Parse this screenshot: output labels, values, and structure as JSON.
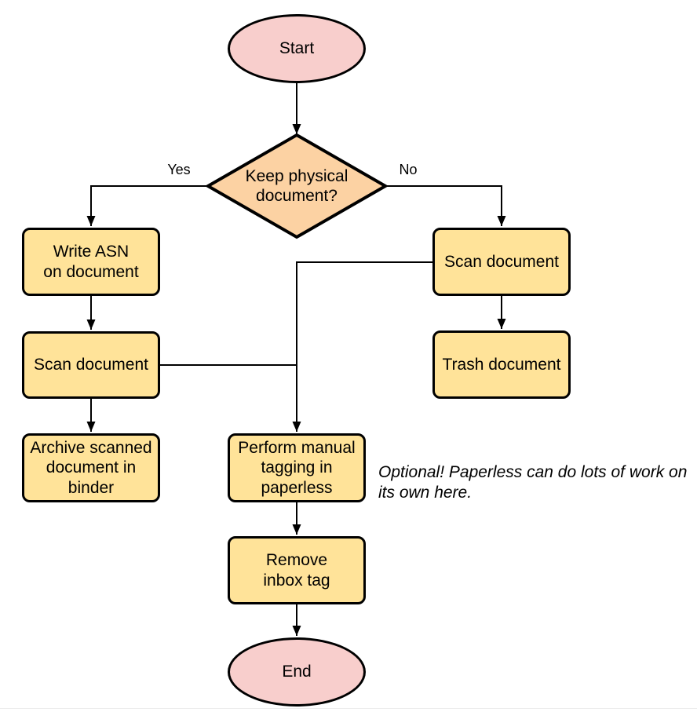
{
  "nodes": {
    "start": {
      "type": "terminator",
      "label": "Start"
    },
    "decision": {
      "type": "decision",
      "label": "Keep physical\ndocument?"
    },
    "write_asn": {
      "type": "process",
      "label": "Write ASN\non document"
    },
    "scan_left": {
      "type": "process",
      "label": "Scan document"
    },
    "archive": {
      "type": "process",
      "label": "Archive scanned\ndocument in\nbinder"
    },
    "scan_right": {
      "type": "process",
      "label": "Scan document"
    },
    "trash": {
      "type": "process",
      "label": "Trash document"
    },
    "tagging": {
      "type": "process",
      "label": "Perform manual\ntagging in\npaperless"
    },
    "remove_inbox": {
      "type": "process",
      "label": "Remove\ninbox tag"
    },
    "end": {
      "type": "terminator",
      "label": "End"
    }
  },
  "edges": [
    {
      "from": "start",
      "to": "decision"
    },
    {
      "from": "decision",
      "to": "write_asn",
      "label": "Yes"
    },
    {
      "from": "decision",
      "to": "scan_right",
      "label": "No"
    },
    {
      "from": "write_asn",
      "to": "scan_left"
    },
    {
      "from": "scan_left",
      "to": "archive"
    },
    {
      "from": "scan_right",
      "to": "trash"
    },
    {
      "from": "scan_right",
      "to": "tagging"
    },
    {
      "from": "scan_left",
      "to": "tagging"
    },
    {
      "from": "tagging",
      "to": "remove_inbox"
    },
    {
      "from": "remove_inbox",
      "to": "end"
    }
  ],
  "note": "Optional! Paperless can do lots of work on\nits own here.",
  "colors": {
    "terminator_fill": "#f8cecc",
    "decision_fill": "#fcd2a3",
    "process_fill": "#ffe399",
    "stroke": "#000000"
  }
}
